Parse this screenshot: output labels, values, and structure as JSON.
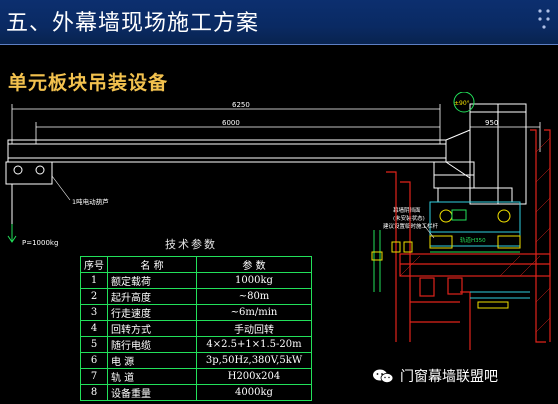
{
  "header": {
    "title": "五、外幕墙现场施工方案"
  },
  "section": {
    "title": "单元板块吊装设备"
  },
  "drawing": {
    "dim_outer": "6250",
    "dim_inner": "6000",
    "dim_right": "950",
    "rotation_label": "±90°",
    "hoist_label": "1吨电动葫芦",
    "load_label": "P=1000kg",
    "rail_note_1": "幕墙阴挡面",
    "rail_note_2": "(未安装状态)",
    "rail_note_3": "建议设置临时施工栏杆",
    "rail_spec": "轨道H350",
    "colors": {
      "frame": "#ffffff",
      "red": "#e0231b",
      "yellow": "#f0e000",
      "green": "#22e05a",
      "cyan": "#2fd0e0"
    }
  },
  "table": {
    "title": "技术参数",
    "headers": [
      "序号",
      "名  称",
      "参  数"
    ],
    "rows": [
      [
        "1",
        "额定载荷",
        "1000kg"
      ],
      [
        "2",
        "起升高度",
        "~80m"
      ],
      [
        "3",
        "行走速度",
        "~6m/min"
      ],
      [
        "4",
        "回转方式",
        "手动回转"
      ],
      [
        "5",
        "随行电缆",
        "4×2.5+1×1.5-20m"
      ],
      [
        "6",
        "电  源",
        "3p,50Hz,380V,5kW"
      ],
      [
        "7",
        "轨  道",
        "H200x204"
      ],
      [
        "8",
        "设备重量",
        "4000kg"
      ]
    ]
  },
  "watermark": {
    "text": "门窗幕墙联盟吧",
    "icon": "wechat-icon"
  }
}
